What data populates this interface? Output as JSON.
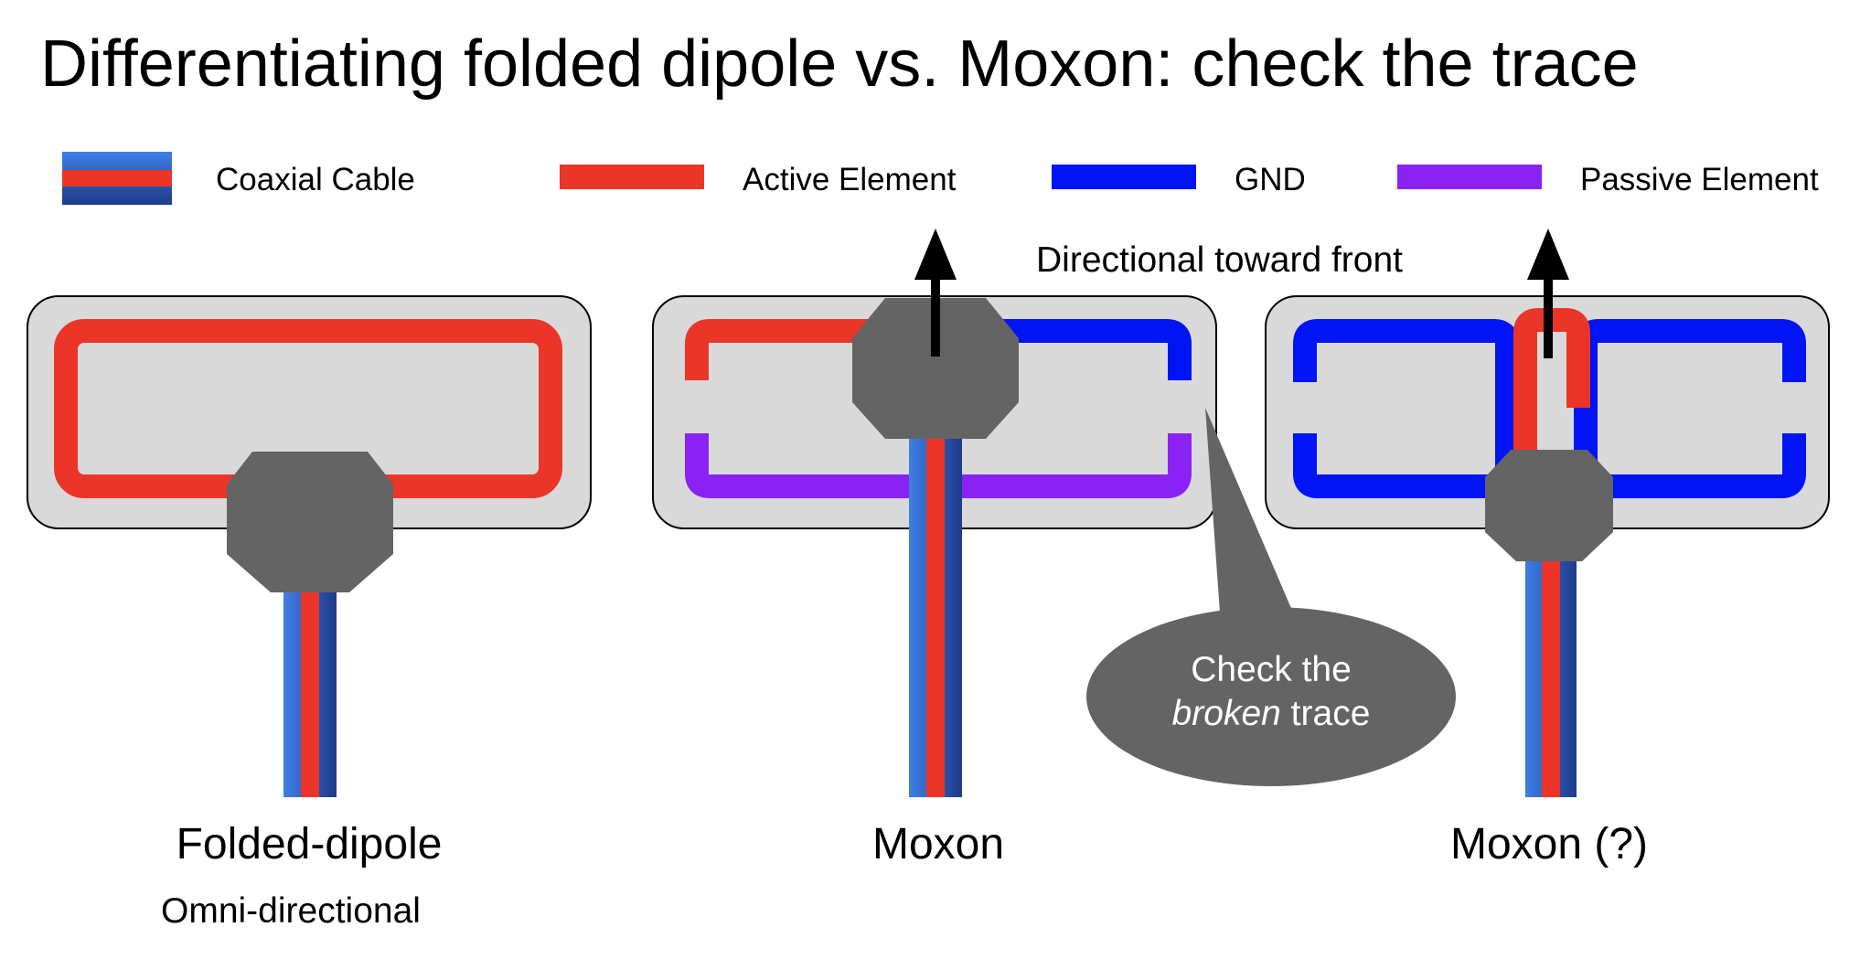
{
  "title": "Differentiating folded dipole vs. Moxon: check the trace",
  "legend": [
    {
      "icon": "coaxial-cable-swatch",
      "label": "Coaxial Cable"
    },
    {
      "icon": "active-element-swatch",
      "label": "Active Element",
      "color": "#ea3528"
    },
    {
      "icon": "gnd-swatch",
      "label": "GND",
      "color": "#0014f5"
    },
    {
      "icon": "passive-element-swatch",
      "label": "Passive Element",
      "color": "#8b22f4"
    }
  ],
  "colors": {
    "active": "#ea3528",
    "gnd": "#0014f5",
    "passive": "#8b22f4",
    "coax_light": "#3a76dc",
    "coax_dark": "#1d3b8a",
    "board": "#d9d9d9",
    "connector": "#646464"
  },
  "direction_label": "Directional toward front",
  "callout": {
    "line1": "Check the",
    "emphasis": "broken",
    "rest": " trace"
  },
  "antennas": [
    {
      "name": "Folded-dipole",
      "subtitle": "Omni-directional"
    },
    {
      "name": "Moxon"
    },
    {
      "name": "Moxon (?)"
    }
  ]
}
